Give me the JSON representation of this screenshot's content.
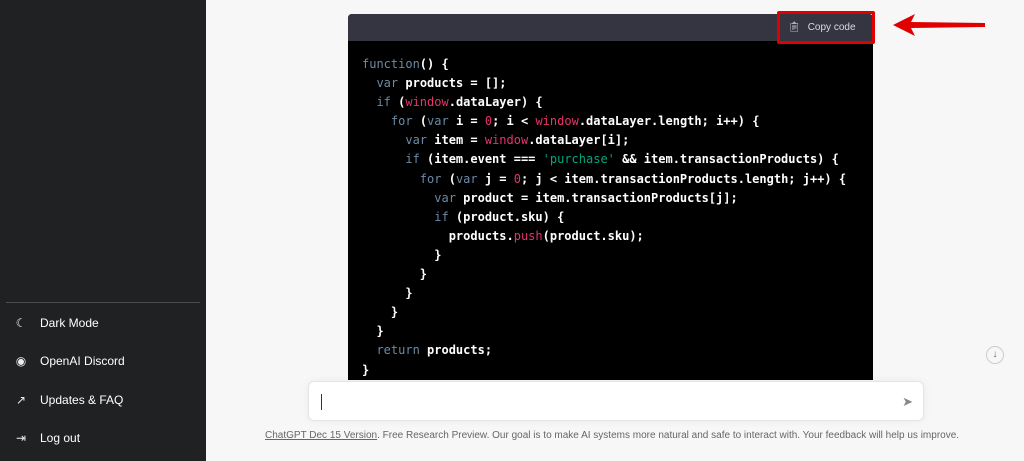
{
  "sidebar": {
    "items": [
      {
        "label": "Dark Mode",
        "icon": "moon-icon"
      },
      {
        "label": "OpenAI Discord",
        "icon": "discord-icon"
      },
      {
        "label": "Updates & FAQ",
        "icon": "external-link-icon"
      },
      {
        "label": "Log out",
        "icon": "logout-icon"
      }
    ]
  },
  "code_block": {
    "copy_label": "Copy code",
    "lines": [
      [
        [
          "function",
          "kw"
        ],
        [
          "() {",
          ""
        ]
      ],
      [
        [
          "  ",
          ""
        ],
        [
          "var",
          "kw"
        ],
        [
          " products = [];",
          ""
        ]
      ],
      [
        [
          "  ",
          ""
        ],
        [
          "if",
          "kw"
        ],
        [
          " (",
          ""
        ],
        [
          "window",
          "rd"
        ],
        [
          ".dataLayer) {",
          ""
        ]
      ],
      [
        [
          "    ",
          ""
        ],
        [
          "for",
          "kw"
        ],
        [
          " (",
          ""
        ],
        [
          "var",
          "kw"
        ],
        [
          " i = ",
          ""
        ],
        [
          "0",
          "rd"
        ],
        [
          "; i < ",
          ""
        ],
        [
          "window",
          "rd"
        ],
        [
          ".dataLayer.length; i++) {",
          ""
        ]
      ],
      [
        [
          "      ",
          ""
        ],
        [
          "var",
          "kw"
        ],
        [
          " item = ",
          ""
        ],
        [
          "window",
          "rd"
        ],
        [
          ".dataLayer[i];",
          ""
        ]
      ],
      [
        [
          "      ",
          ""
        ],
        [
          "if",
          "kw"
        ],
        [
          " (item.event === ",
          ""
        ],
        [
          "'purchase'",
          "st"
        ],
        [
          " && item.transactionProducts) {",
          ""
        ]
      ],
      [
        [
          "        ",
          ""
        ],
        [
          "for",
          "kw"
        ],
        [
          " (",
          ""
        ],
        [
          "var",
          "kw"
        ],
        [
          " j = ",
          ""
        ],
        [
          "0",
          "rd"
        ],
        [
          "; j < item.transactionProducts.length; j++) {",
          ""
        ]
      ],
      [
        [
          "          ",
          ""
        ],
        [
          "var",
          "kw"
        ],
        [
          " product = item.transactionProducts[j];",
          ""
        ]
      ],
      [
        [
          "          ",
          ""
        ],
        [
          "if",
          "kw"
        ],
        [
          " (product.sku) {",
          ""
        ]
      ],
      [
        [
          "            products.",
          ""
        ],
        [
          "push",
          "rd"
        ],
        [
          "(product.sku);",
          ""
        ]
      ],
      [
        [
          "          }",
          ""
        ]
      ],
      [
        [
          "        }",
          ""
        ]
      ],
      [
        [
          "      }",
          ""
        ]
      ],
      [
        [
          "    }",
          ""
        ]
      ],
      [
        [
          "  }",
          ""
        ]
      ],
      [
        [
          "  ",
          ""
        ],
        [
          "return",
          "kw"
        ],
        [
          " products;",
          ""
        ]
      ],
      [
        [
          "}",
          ""
        ]
      ]
    ]
  },
  "input": {
    "placeholder": ""
  },
  "footer": {
    "link": "ChatGPT Dec 15 Version",
    "text": ". Free Research Preview. Our goal is to make AI systems more natural and safe to interact with. Your feedback will help us improve."
  },
  "colors": {
    "annotation": "#e00000",
    "sidebar": "#202123"
  }
}
